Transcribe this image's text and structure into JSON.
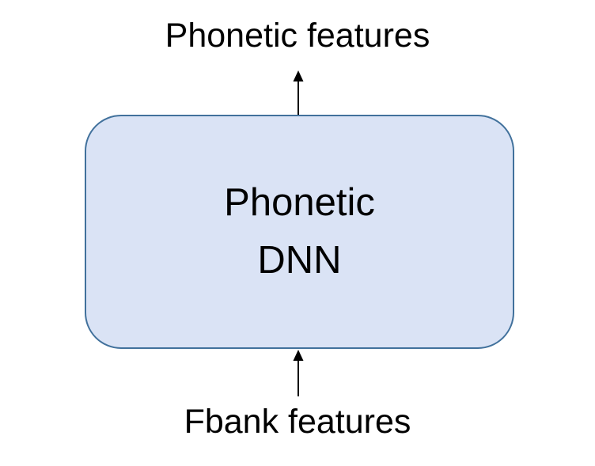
{
  "diagram": {
    "top_label": "Phonetic features",
    "bottom_label": "Fbank features",
    "box": {
      "line1": "Phonetic",
      "line2": "DNN"
    },
    "colors": {
      "box_fill": "#dae3f5",
      "box_border": "#41719c",
      "arrow": "#000000",
      "text": "#000000"
    }
  }
}
